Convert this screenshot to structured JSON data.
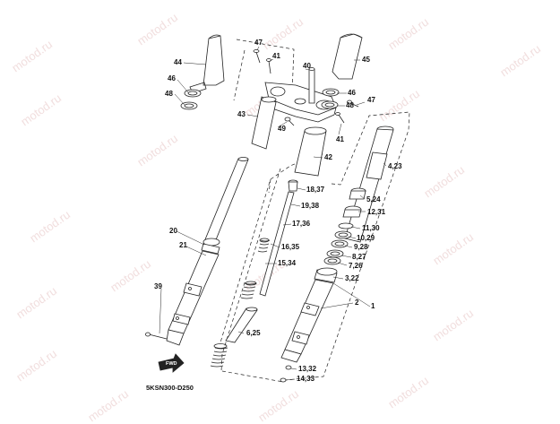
{
  "watermark": "motod.ru",
  "diagram_code": "5KSN300-D250",
  "fwd_label": "FWD",
  "labels": {
    "l44": "44",
    "l46a": "46",
    "l48a": "48",
    "l47a": "47",
    "l41a": "41",
    "l40": "40",
    "l45": "45",
    "l46b": "46",
    "l47b": "47",
    "l48b": "48",
    "l43": "43",
    "l49": "49",
    "l41b": "41",
    "l42": "42",
    "l4_23": "4,23",
    "l18_37": "18,37",
    "l19_38": "19,38",
    "l5_24": "5,24",
    "l12_31": "12,31",
    "l17_36": "17,36",
    "l11_30": "11,30",
    "l20": "20",
    "l10_29": "10,29",
    "l21": "21",
    "l16_35": "16,35",
    "l9_28": "9,28",
    "l8_27": "8,27",
    "l7_26": "7,26",
    "l15_34": "15,34",
    "l3_22": "3,22",
    "l39": "39",
    "l2": "2",
    "l1": "1",
    "l6_25": "6,25",
    "l13_32": "13,32",
    "l14_33": "14,33"
  }
}
